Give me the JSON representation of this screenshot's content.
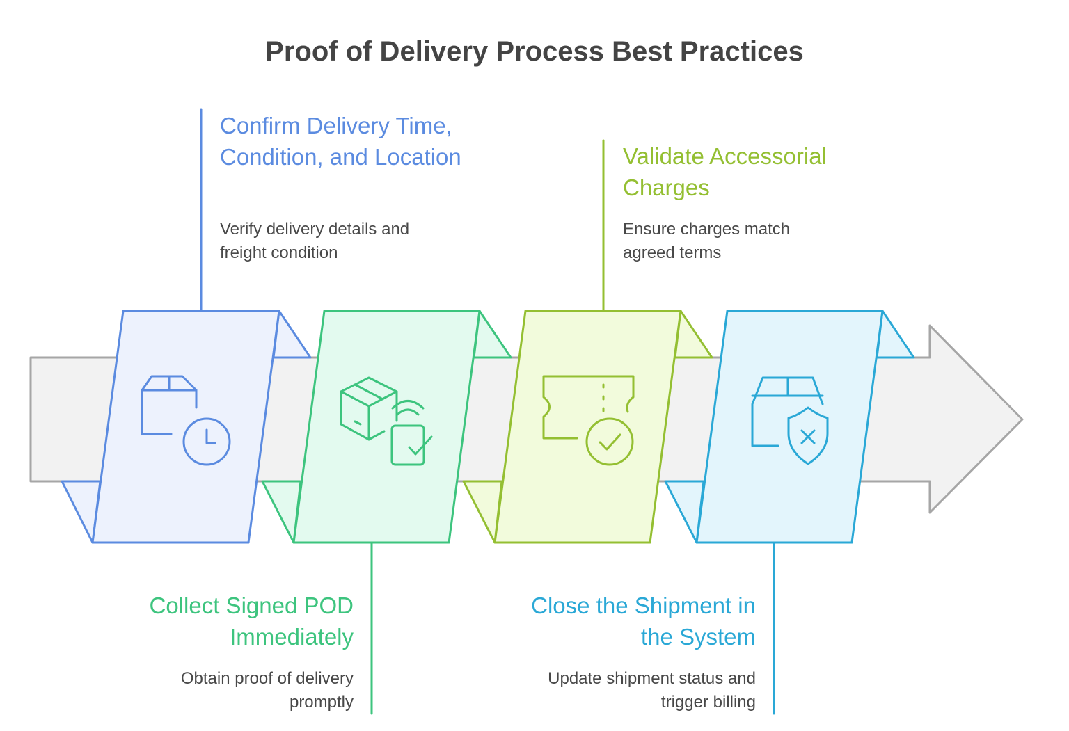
{
  "title": "Proof of Delivery Process Best Practices",
  "colors": {
    "arrow_fill": "#f2f2f2",
    "arrow_stroke": "#a6a6a6",
    "text_dark": "#444444",
    "text_body": "#484848"
  },
  "steps": [
    {
      "title": "Confirm Delivery Time, Condition, and Location",
      "description": "Verify delivery details and freight condition",
      "color": "#5b8be0",
      "fill": "#edf2fd",
      "icon": "package-clock-icon",
      "position": "top"
    },
    {
      "title": "Collect Signed POD Immediately",
      "description": "Obtain proof of delivery promptly",
      "color": "#3dc47e",
      "fill": "#e3faef",
      "icon": "package-scan-check-icon",
      "position": "bottom"
    },
    {
      "title": "Validate Accessorial Charges",
      "description": "Ensure charges match agreed terms",
      "color": "#94bf32",
      "fill": "#f2fbdc",
      "icon": "ticket-check-icon",
      "position": "top"
    },
    {
      "title": "Close the Shipment in the System",
      "description": "Update shipment status and trigger billing",
      "color": "#2aa8d6",
      "fill": "#e3f5fc",
      "icon": "package-shield-x-icon",
      "position": "bottom"
    }
  ]
}
